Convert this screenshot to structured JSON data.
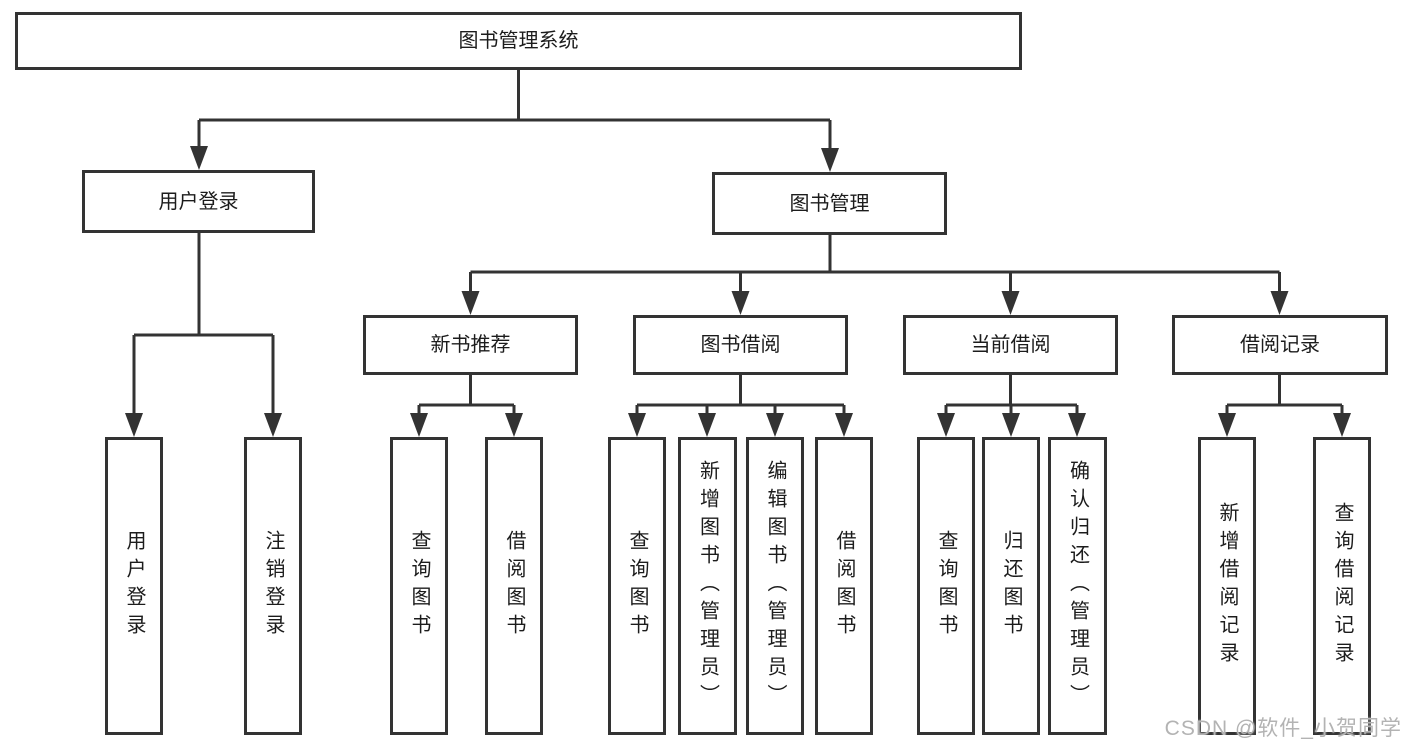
{
  "diagram": {
    "root_label": "图书管理系统",
    "groups": [
      {
        "label": "用户登录",
        "children": [
          "用户登录",
          "注销登录"
        ]
      },
      {
        "label": "图书管理",
        "subgroups": [
          {
            "label": "新书推荐",
            "children": [
              "查询图书",
              "借阅图书"
            ]
          },
          {
            "label": "图书借阅",
            "children": [
              "查询图书",
              "新增图书（管理员）",
              "编辑图书（管理员）",
              "借阅图书"
            ]
          },
          {
            "label": "当前借阅",
            "children": [
              "查询图书",
              "归还图书",
              "确认归还（管理员）"
            ]
          },
          {
            "label": "借阅记录",
            "children": [
              "新增借阅记录",
              "查询借阅记录"
            ]
          }
        ]
      }
    ]
  },
  "watermark": {
    "text": "CSDN @软件_小贺同学"
  },
  "colors": {
    "line": "#333333",
    "box_border": "#333333",
    "text": "#1c1c1c",
    "watermark": "#b3b3b3",
    "background": "#ffffff"
  }
}
